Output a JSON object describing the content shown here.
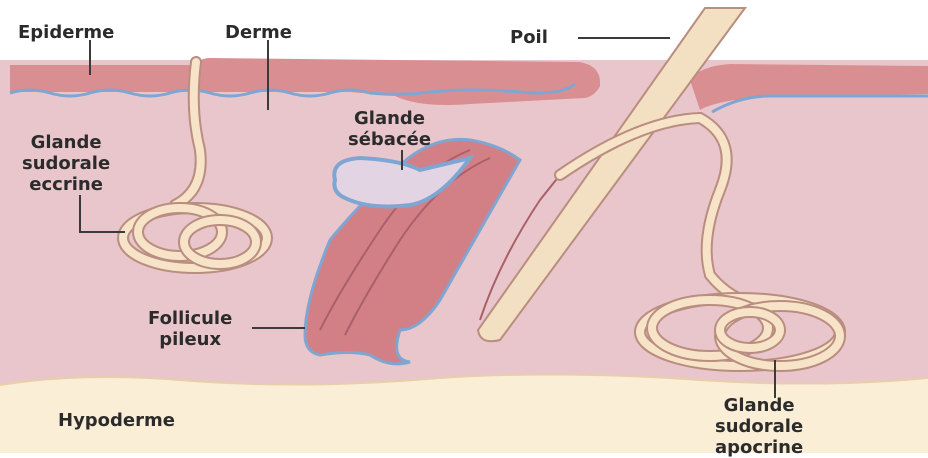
{
  "labels": {
    "epiderme": "Epiderme",
    "derme": "Derme",
    "poil": "Poil",
    "glande_sebacee": [
      "Glande",
      "sébacée"
    ],
    "glande_eccrine": [
      "Glande",
      "sudorale",
      "eccrine"
    ],
    "follicule": [
      "Follicule",
      "pileux"
    ],
    "hypoderme": "Hypoderme",
    "glande_apocrine": [
      "Glande",
      "sudorale",
      "apocrine"
    ]
  },
  "colors": {
    "epidermis": "#d98f92",
    "dermis": "#e8c6cb",
    "hypodermis": "#fbeed6",
    "blue_line": "#7fa6d3",
    "gland_tube": "#f6e3c8",
    "tube_outline": "#b98d7f",
    "hair": "#f3dfc1",
    "follicle_inner": "#c9777e",
    "label_text": "#2b2b2b"
  }
}
